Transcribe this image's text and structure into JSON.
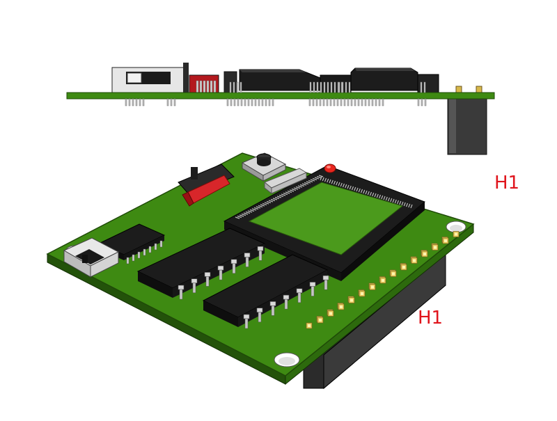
{
  "labels": {
    "side_view": "H1",
    "iso_view": "H1",
    "color": "#e0141c"
  },
  "colors": {
    "pcb": "#3e8a12",
    "pcb_dark": "#23520a",
    "chip": "#1c1c1c",
    "pin": "#c8c8c8",
    "pad": "#d8b84a",
    "led": "#e8261e",
    "button_red": "#d8262a",
    "header": "#2a2a2a"
  },
  "components": [
    "slide-switch",
    "push-button",
    "red-tactile-switch",
    "crystal",
    "red-led",
    "qfp-chip",
    "dip-chip",
    "soic-chip",
    "header-connector",
    "pin-header-pads",
    "mounting-hole"
  ]
}
